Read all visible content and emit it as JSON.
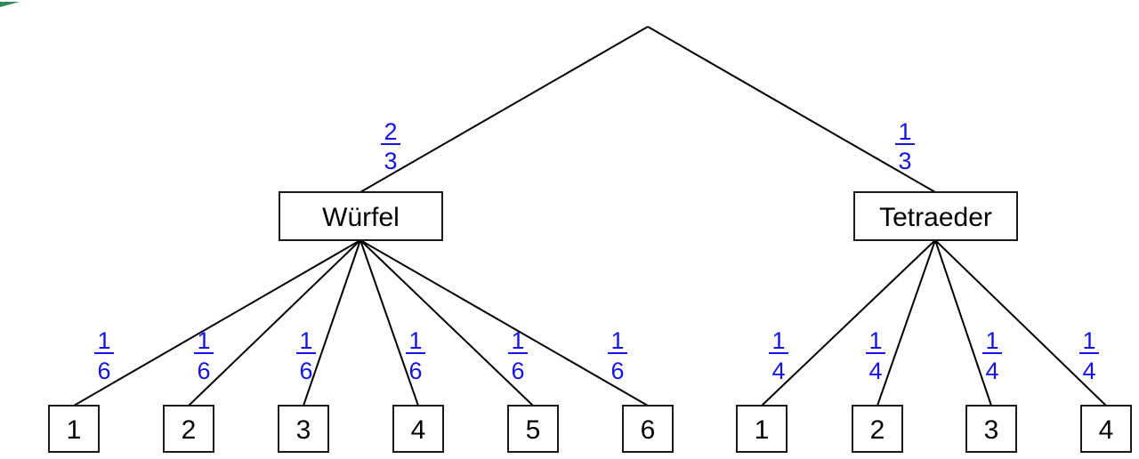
{
  "colors": {
    "probability": "#1414e6",
    "line": "#000000",
    "accent_mark": "#2e8b57"
  },
  "tree": {
    "root_to_wuerfel": {
      "numerator": "2",
      "denominator": "3"
    },
    "root_to_tetraeder": {
      "numerator": "1",
      "denominator": "3"
    },
    "wuerfel": {
      "label": "Würfel",
      "outcomes": [
        "1",
        "2",
        "3",
        "4",
        "5",
        "6"
      ],
      "probability": {
        "numerator": "1",
        "denominator": "6"
      }
    },
    "tetraeder": {
      "label": "Tetraeder",
      "outcomes": [
        "1",
        "2",
        "3",
        "4"
      ],
      "probability": {
        "numerator": "1",
        "denominator": "4"
      }
    }
  }
}
